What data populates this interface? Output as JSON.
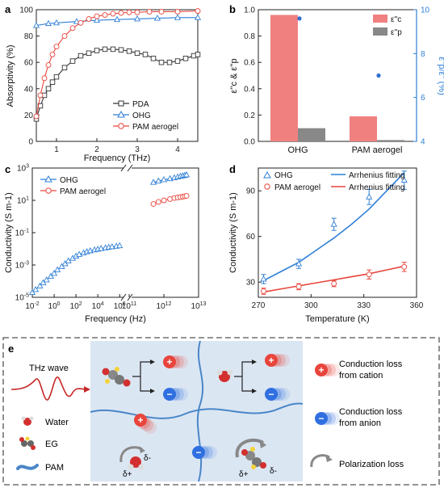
{
  "panel_letters": {
    "a": "a",
    "b": "b",
    "c": "c",
    "d": "d",
    "e": "e"
  },
  "colors": {
    "pda": "#333333",
    "ohg": "#2f7fd6",
    "pam": "#e8453c",
    "cation": "#e8453c",
    "anion": "#2f6fe0",
    "bar_red": "#f08080",
    "bar_gray": "#888888",
    "scatter": "#2f6fd0",
    "panel_e_bg": "#dbe6f3"
  },
  "chart_data": [
    {
      "panel": "a",
      "type": "line",
      "xlabel": "Frequency (THz)",
      "ylabel": "Absorptivity (%)",
      "xlim": [
        0.5,
        4.5
      ],
      "ylim": [
        0,
        100
      ],
      "xticks": [
        1,
        2,
        3,
        4
      ],
      "yticks": [
        0,
        20,
        40,
        60,
        80,
        100
      ],
      "legend_position": "bottom-right",
      "series": [
        {
          "name": "PDA",
          "marker": "square",
          "color": "#333333",
          "x": [
            0.5,
            0.6,
            0.7,
            0.8,
            0.9,
            1.0,
            1.2,
            1.4,
            1.6,
            1.8,
            2.0,
            2.2,
            2.4,
            2.6,
            2.8,
            3.0,
            3.2,
            3.4,
            3.6,
            3.8,
            4.0,
            4.2,
            4.4,
            4.5
          ],
          "y": [
            17,
            27,
            35,
            40,
            45,
            49,
            56,
            61,
            65,
            67,
            69,
            70,
            70,
            69.5,
            68.5,
            67,
            66,
            63,
            60,
            60,
            61,
            63,
            65,
            66
          ]
        },
        {
          "name": "OHG",
          "marker": "triangle",
          "color": "#2f7fd6",
          "x": [
            0.5,
            0.8,
            1.0,
            1.5,
            2.0,
            2.5,
            3.0,
            3.5,
            4.0,
            4.5
          ],
          "y": [
            88,
            89.5,
            90,
            91,
            92,
            92.5,
            93,
            93.5,
            94,
            94
          ]
        },
        {
          "name": "PAM aerogel",
          "marker": "circle",
          "color": "#e8453c",
          "x": [
            0.5,
            0.6,
            0.7,
            0.8,
            0.9,
            1.0,
            1.2,
            1.4,
            1.6,
            1.8,
            2.0,
            2.2,
            2.4,
            2.6,
            2.8,
            3.0,
            3.3,
            3.6,
            4.0,
            4.5
          ],
          "y": [
            19,
            35,
            48,
            58,
            66,
            72,
            80,
            86,
            90,
            93,
            95,
            96,
            97,
            97.5,
            98,
            98,
            98.5,
            98.5,
            98.5,
            99
          ]
        }
      ]
    },
    {
      "panel": "b",
      "type": "bar",
      "categories": [
        "OHG",
        "PAM aerogel"
      ],
      "ylabel_left": "ε''c & ε''p",
      "ylabel_right": "ε''p/ε'' (%)",
      "ylim_left": [
        0,
        1.0
      ],
      "ylim_right": [
        4,
        10
      ],
      "yticks_left": [
        0.0,
        0.2,
        0.4,
        0.6,
        0.8,
        1.0
      ],
      "yticks_right": [
        4,
        6,
        8,
        10
      ],
      "legend_position": "top-right",
      "series": [
        {
          "name": "ε''c",
          "color": "#f08080",
          "values": [
            0.96,
            0.19
          ]
        },
        {
          "name": "ε''p",
          "color": "#888888",
          "values": [
            0.1,
            0.01
          ]
        }
      ],
      "ratio_points": {
        "axis": "right",
        "color": "#2f6fd0",
        "values": [
          9.6,
          7.0
        ]
      }
    },
    {
      "panel": "c",
      "type": "scatter",
      "xlabel": "Frequency (Hz)",
      "ylabel": "Conductivity (S m-1)",
      "xscale": "log (broken axis)",
      "yscale": "log",
      "xticks_left": [
        "10-2",
        "100",
        "102",
        "104",
        "106"
      ],
      "xticks_right": [
        "1011",
        "1012",
        "1013"
      ],
      "yticks": [
        "10-5",
        "10-3",
        "10-1",
        "101",
        "103"
      ],
      "legend_position": "top-left",
      "series": [
        {
          "name": "OHG",
          "marker": "triangle",
          "color": "#2f7fd6",
          "low_freq": {
            "x": [
              0.01,
              0.02,
              0.05,
              0.1,
              0.2,
              0.5,
              1,
              2,
              5,
              10,
              20,
              50,
              100,
              200,
              500,
              1000,
              2000,
              5000,
              10000,
              20000,
              50000,
              100000,
              200000,
              500000,
              1000000
            ],
            "y": [
              2e-05,
              3e-05,
              5e-05,
              8e-05,
              0.00012,
              0.0002,
              0.0003,
              0.0005,
              0.0008,
              0.0012,
              0.0018,
              0.0026,
              0.0035,
              0.0045,
              0.0056,
              0.0066,
              0.0076,
              0.0086,
              0.0095,
              0.0105,
              0.0115,
              0.0125,
              0.0135,
              0.0145,
              0.0155
            ]
          },
          "thz": {
            "x": [
              500000000000.0,
              700000000000.0,
              1000000000000.0,
              1500000000000.0,
              2000000000000.0,
              2500000000000.0,
              3000000000000.0,
              3500000000000.0,
              4000000000000.0,
              4500000000000.0
            ],
            "y": [
              130,
              160,
              190,
              220,
              250,
              280,
              310,
              330,
              350,
              380
            ]
          }
        },
        {
          "name": "PAM aerogel",
          "marker": "circle",
          "color": "#e8453c",
          "thz": {
            "x": [
              500000000000.0,
              700000000000.0,
              1000000000000.0,
              1500000000000.0,
              2000000000000.0,
              2500000000000.0,
              3000000000000.0,
              3500000000000.0,
              4000000000000.0,
              4500000000000.0
            ],
            "y": [
              6,
              8,
              10,
              12,
              14,
              15,
              16,
              17,
              18,
              19
            ]
          }
        }
      ]
    },
    {
      "panel": "d",
      "type": "scatter",
      "xlabel": "Temperature (K)",
      "ylabel": "Conductivity (S m-1)",
      "xlim": [
        270,
        360
      ],
      "ylim": [
        20,
        105
      ],
      "xticks": [
        270,
        300,
        330,
        360
      ],
      "yticks": [
        30,
        60,
        90
      ],
      "legend_position": "top",
      "series": [
        {
          "name": "OHG",
          "marker": "triangle",
          "color": "#2f7fd6",
          "x": [
            273,
            293,
            313,
            333,
            353
          ],
          "y": [
            32,
            42,
            68,
            86,
            97
          ],
          "err": [
            3,
            3,
            4,
            5,
            6
          ]
        },
        {
          "name": "PAM aerogel",
          "marker": "circle",
          "color": "#e8453c",
          "x": [
            273,
            293,
            313,
            333,
            353
          ],
          "y": [
            24,
            27,
            29,
            35,
            40
          ],
          "err": [
            2,
            2,
            2,
            3,
            3
          ]
        },
        {
          "name": "Arrhenius fitting",
          "line_for": "OHG",
          "color": "#2f7fd6",
          "x": [
            273,
            283,
            293,
            303,
            313,
            323,
            333,
            343,
            353
          ],
          "y": [
            31,
            37,
            43,
            51,
            59,
            68,
            78,
            90,
            102
          ]
        },
        {
          "name": "Arrhenius fitting",
          "line_for": "PAM aerogel",
          "color": "#e8453c",
          "x": [
            273,
            283,
            293,
            303,
            313,
            323,
            333,
            343,
            353
          ],
          "y": [
            23.5,
            25.5,
            27.5,
            29.5,
            31.5,
            33.5,
            35.5,
            38,
            40.5
          ]
        }
      ]
    }
  ],
  "panel_e": {
    "thz_wave_label": "THz wave",
    "legend_water": "Water",
    "legend_eg": "EG",
    "legend_pam": "PAM",
    "cation_label_1": "Conduction loss",
    "cation_label_2": "from cation",
    "anion_label_1": "Conduction loss",
    "anion_label_2": "from anion",
    "polarization_label": "Polarization loss",
    "plus_sign": "+",
    "minus_sign": "−",
    "delta_plus": "δ+",
    "delta_minus": "δ-"
  }
}
